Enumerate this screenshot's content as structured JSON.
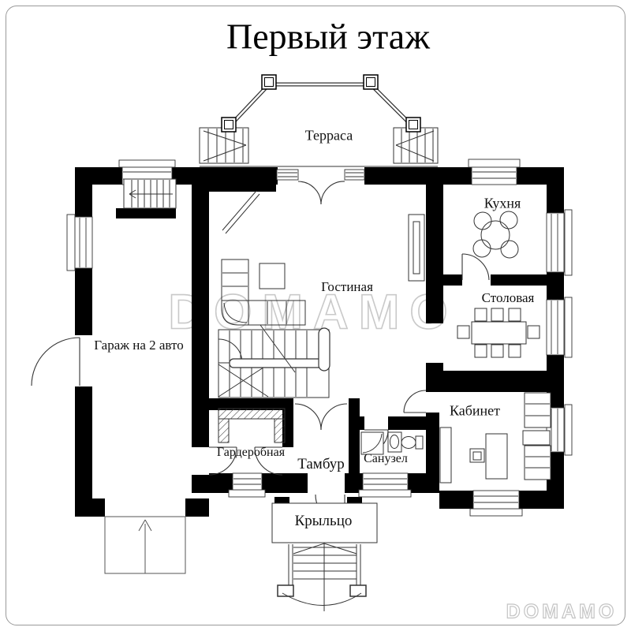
{
  "page": {
    "title": "Первый этаж"
  },
  "rooms": {
    "terrace": {
      "label": "Терраса"
    },
    "kitchen": {
      "label": "Кухня"
    },
    "living_room": {
      "label": "Гостиная"
    },
    "dining_room": {
      "label": "Столовая"
    },
    "garage": {
      "label": "Гараж на 2 авто"
    },
    "office": {
      "label": "Кабинет"
    },
    "wardrobe": {
      "label": "Гардеробная"
    },
    "vestibule": {
      "label": "Тамбур"
    },
    "bathroom": {
      "label": "Санузел"
    },
    "porch": {
      "label": "Крыльцо"
    }
  },
  "watermark": {
    "center": "DOMAMO",
    "corner": "DOMAMO",
    "color": "#c9c9c9"
  },
  "colors": {
    "wall": "#000000",
    "thin_line": "#333333",
    "background": "#ffffff",
    "page_border": "#9a9a9a"
  }
}
